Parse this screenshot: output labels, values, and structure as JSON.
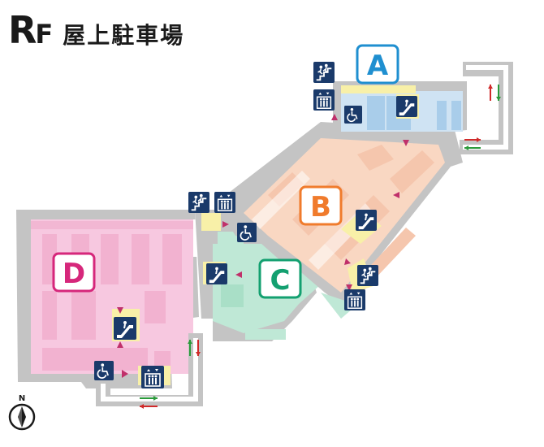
{
  "header": {
    "floor_code_r": "R",
    "floor_code_f": "F",
    "floor_name": "屋上駐車場"
  },
  "zones": [
    {
      "id": "A",
      "label": "A",
      "color": "#1f8fd0"
    },
    {
      "id": "B",
      "label": "B",
      "color": "#f07b2c"
    },
    {
      "id": "C",
      "label": "C",
      "color": "#13a070"
    },
    {
      "id": "D",
      "label": "D",
      "color": "#d6277b"
    }
  ],
  "zone_colors": {
    "A_fill": "#cfe3f3",
    "B_fill": "#f9d7c2",
    "C_fill": "#bfe8d6",
    "D_fill": "#f7c8e0",
    "frame": "#bdbdbd",
    "highlight": "#f8f0a8",
    "icon_bg": "#1a3a6a",
    "marker": "#c0306a",
    "arrow_up": "#2a9a3a",
    "arrow_down": "#d02a2a"
  },
  "compass": {
    "label": "N"
  },
  "icons": [
    "stairs-icon",
    "elevator-icon",
    "wheelchair-icon",
    "escalator-icon"
  ]
}
